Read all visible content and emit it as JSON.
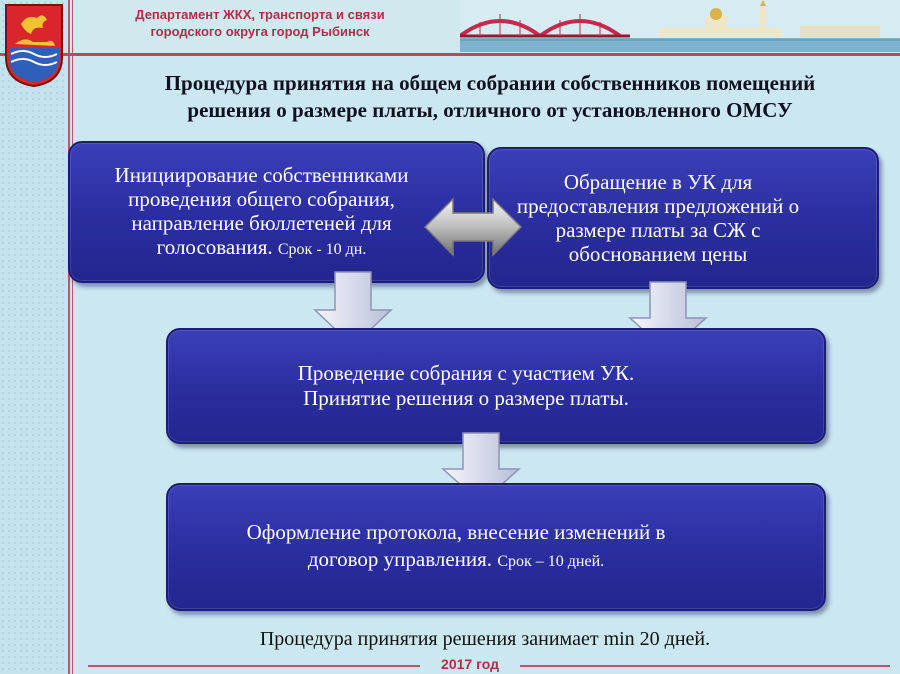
{
  "header": {
    "line1": "Департамент ЖКХ, транспорта и связи",
    "line2": "городского округа город Рыбинск"
  },
  "title": {
    "line1": "Процедура принятия на общем собрании собственников помещений",
    "line2": "решения о размере платы, отличного от установленного ОМСУ"
  },
  "boxes": {
    "initiation": {
      "text": "Инициирование собственниками проведения общего собрания, направление бюллетеней для голосования.",
      "term": "Срок - 10 дн."
    },
    "appeal": {
      "text": "Обращение в УК для предоставления предложений о размере платы за СЖ с обоснованием цены"
    },
    "meeting": {
      "line1": "Проведение собрания с участием УК.",
      "line2": "Принятие решения о размере платы."
    },
    "protocol": {
      "line1": "Оформление протокола, внесение изменений в",
      "line2": "договор управления.",
      "term": "Срок – 10 дней."
    }
  },
  "footer": {
    "summary": "Процедура принятия решения занимает min 20 дней.",
    "year": "2017 год"
  },
  "colors": {
    "box_fill": "#2a2d9e",
    "accent": "#b0304a",
    "background": "#c9e7ef"
  }
}
